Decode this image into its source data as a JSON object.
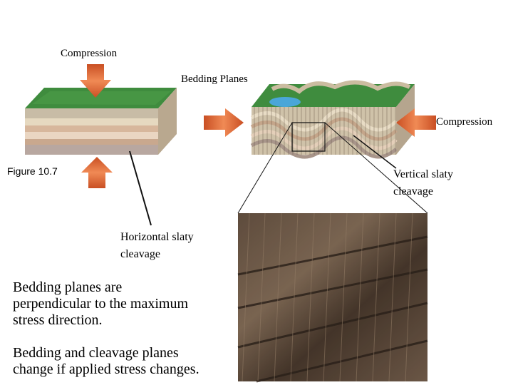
{
  "labels": {
    "compression_top": "Compression",
    "bedding_planes": "Bedding Planes",
    "compression_right": "Compression",
    "figure": "Figure 10.7",
    "vertical_cleavage": [
      "Vertical slaty",
      "cleavage"
    ],
    "horizontal_cleavage": [
      "Horizontal slaty",
      "cleavage"
    ]
  },
  "text": {
    "paragraph1": [
      "Bedding planes are",
      "perpendicular to the maximum",
      "stress direction."
    ],
    "paragraph2": [
      "Bedding and cleavage planes",
      "change if applied stress changes."
    ]
  },
  "colors": {
    "arrow": "#e0683a",
    "grass": "#3f8c3e",
    "water": "#4aa6d8",
    "rock_dark": "#4a3a2e",
    "rock_light": "#8a7560"
  }
}
